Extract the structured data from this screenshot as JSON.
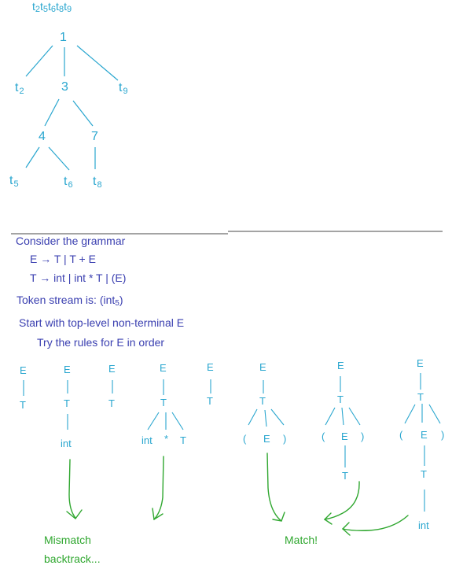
{
  "top_tree": {
    "header": {
      "prefix": "t",
      "subs": [
        "2",
        "5",
        "6",
        "8",
        "9"
      ]
    },
    "nodes": {
      "root": "1",
      "t2": {
        "base": "t",
        "sub": "2"
      },
      "n3": "3",
      "t9": {
        "base": "t",
        "sub": "9"
      },
      "n4": "4",
      "n7": "7",
      "t5": {
        "base": "t",
        "sub": "5"
      },
      "t6": {
        "base": "t",
        "sub": "6"
      },
      "t8": {
        "base": "t",
        "sub": "8"
      }
    }
  },
  "notes": {
    "consider": "Consider the grammar",
    "rule_e": "E → T | T + E",
    "rule_t": "T → int | int * T | (E)",
    "token_prefix": "Token stream is:  (int",
    "token_sub": "5",
    "token_suffix": ")",
    "start": "Start with top-level non-terminal E",
    "try": "Try the rules for E in order"
  },
  "parses": {
    "p1": {
      "e": "E",
      "t": "T"
    },
    "p2": {
      "e": "E",
      "t": "T",
      "leaf": "int"
    },
    "p3": {
      "e": "E",
      "t": "T"
    },
    "p4": {
      "e": "E",
      "t": "T",
      "c1": "int",
      "c2": "*",
      "c3": "T"
    },
    "p5": {
      "e": "E",
      "t": "T"
    },
    "p6": {
      "e": "E",
      "t": "T",
      "c1": "(",
      "c2": "E",
      "c3": ")"
    },
    "p7": {
      "e": "E",
      "t": "T",
      "c1": "(",
      "c2": "E",
      "c3": ")",
      "deep": "T"
    },
    "p8": {
      "e": "E",
      "t": "T",
      "c1": "(",
      "c2": "E",
      "c3": ")",
      "deep": "T",
      "leaf": "int"
    }
  },
  "results": {
    "mismatch": "Mismatch",
    "backtrack": "backtrack...",
    "match": "Match!"
  },
  "colors": {
    "cyan": "#29a6cf",
    "blue": "#3a3fb0",
    "green": "#2fa72f"
  }
}
